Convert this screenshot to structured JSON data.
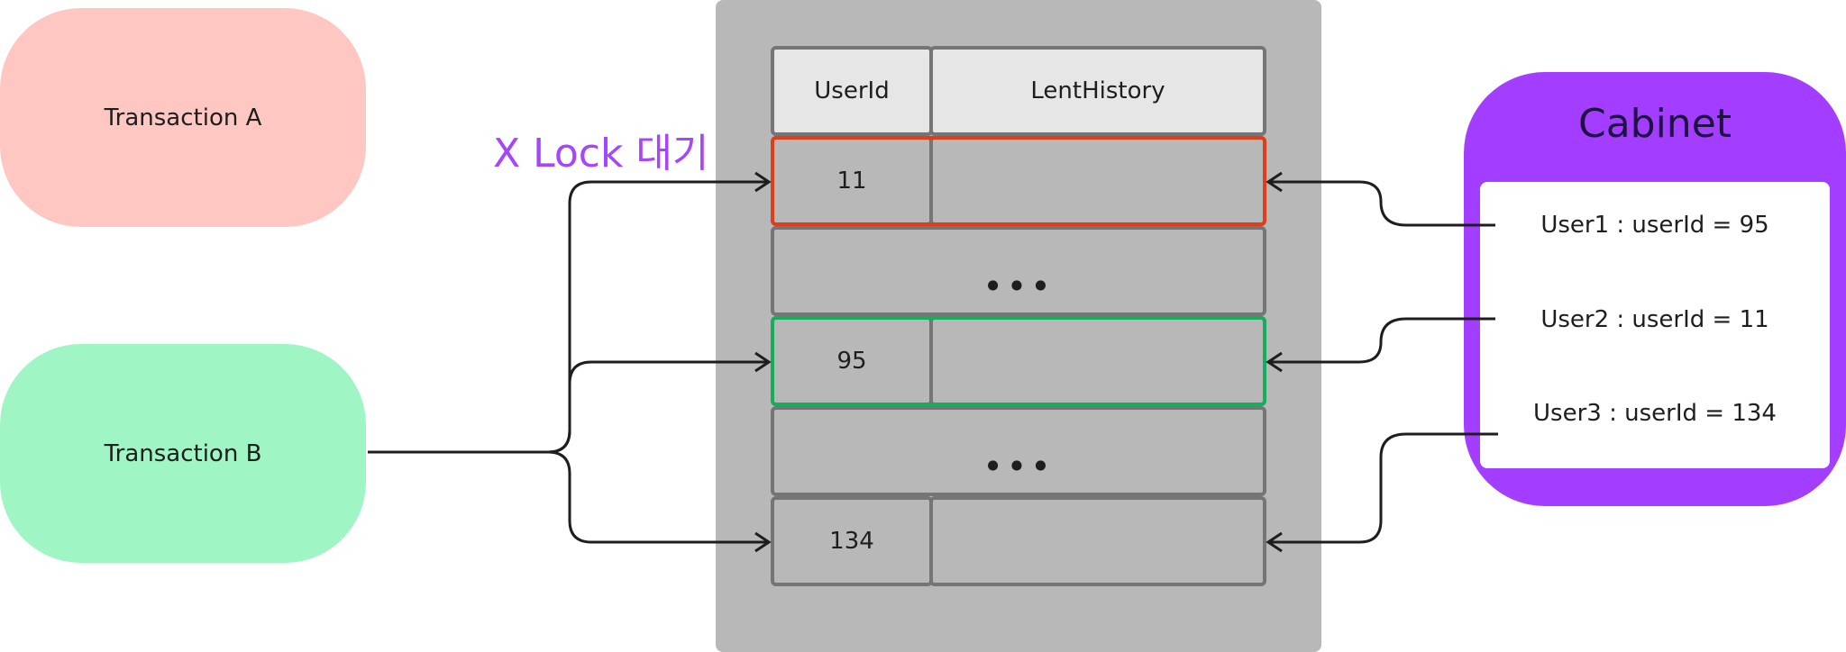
{
  "transactions": {
    "a": "Transaction A",
    "b": "Transaction B"
  },
  "lock_label": "X Lock 대기",
  "table": {
    "headers": [
      "UserId",
      "LentHistory"
    ],
    "rows": [
      {
        "user_id": "11",
        "lent_history": ""
      },
      {
        "ellipsis": "•••"
      },
      {
        "user_id": "95",
        "lent_history": ""
      },
      {
        "ellipsis": "•••"
      },
      {
        "user_id": "134",
        "lent_history": ""
      }
    ]
  },
  "cabinet": {
    "title": "Cabinet",
    "users": [
      "User1 : userId = 95",
      "User2 : userId = 11",
      "User3 : userId = 134"
    ]
  },
  "colors": {
    "transaction_a": "#ffc7c2",
    "transaction_b": "#9ff5c3",
    "lock_label": "#a645ff",
    "cabinet": "#a33dff",
    "row_highlight_11": "#e03e1a",
    "row_highlight_95": "#14ae5c",
    "table_panel": "#b8b8b8"
  }
}
